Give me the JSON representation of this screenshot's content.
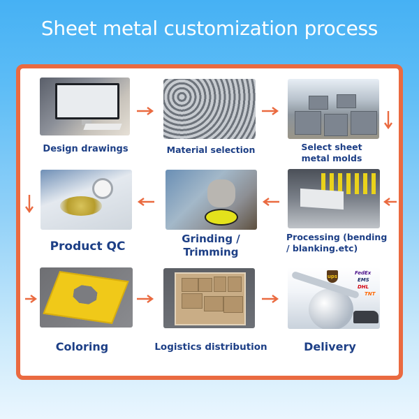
{
  "title": "Sheet metal customization process",
  "colors": {
    "frame_border": "#ea6a40",
    "arrow": "#ea6a40",
    "label_text": "#1d3f86",
    "title_text": "#ffffff",
    "background_top": "#46b1f4"
  },
  "steps": [
    {
      "order": 1,
      "label": "Design drawings",
      "image": "computer-monitor-cad-photo"
    },
    {
      "order": 2,
      "label": "Material selection",
      "image": "metal-bars-stack-photo"
    },
    {
      "order": 3,
      "label_line1": "Select sheet",
      "label_line2": "metal molds",
      "image": "metal-molds-factory-photo"
    },
    {
      "order": 4,
      "label_line1": "Processing (bending",
      "label_line2": "/ blanking.etc)",
      "image": "press-brake-machine-photo"
    },
    {
      "order": 5,
      "label_line1": "Grinding /",
      "label_line2": "Trimming",
      "image": "hand-sander-photo"
    },
    {
      "order": 6,
      "label": "Product QC",
      "image": "caliper-measurement-photo"
    },
    {
      "order": 7,
      "label": "Coloring",
      "image": "yellow-painted-part-photo"
    },
    {
      "order": 8,
      "label": "Logistics distribution",
      "image": "packed-cardboard-boxes-photo"
    },
    {
      "order": 9,
      "label": "Delivery",
      "image": "airplane-courier-photo"
    }
  ],
  "delivery_brands": [
    "ups",
    "FedEx",
    "EMS",
    "DHL",
    "TNT"
  ],
  "arrows": [
    {
      "from": 1,
      "to": 2,
      "direction": "right"
    },
    {
      "from": 2,
      "to": 3,
      "direction": "right"
    },
    {
      "from": 3,
      "to": 4,
      "direction": "down"
    },
    {
      "from": "edge",
      "to": 4,
      "direction": "left"
    },
    {
      "from": 4,
      "to": 5,
      "direction": "left"
    },
    {
      "from": 5,
      "to": 6,
      "direction": "left"
    },
    {
      "from": 6,
      "to": 7,
      "direction": "down"
    },
    {
      "from": "edge",
      "to": 7,
      "direction": "right"
    },
    {
      "from": 7,
      "to": 8,
      "direction": "right"
    },
    {
      "from": 8,
      "to": 9,
      "direction": "right"
    }
  ]
}
